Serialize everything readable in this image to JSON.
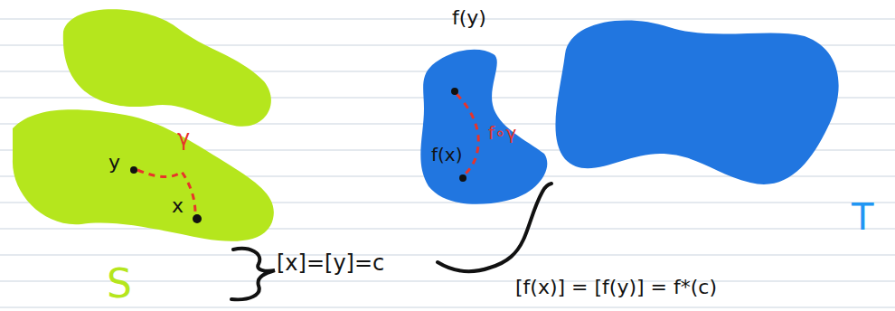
{
  "diagram": {
    "labels": [
      "f(y)",
      "y",
      "x",
      "γ",
      "f(x)",
      "f∘γ",
      "[x]=[y]=c",
      "[f(x)] = [f(y)] = f*(c)",
      "S",
      "T"
    ]
  }
}
